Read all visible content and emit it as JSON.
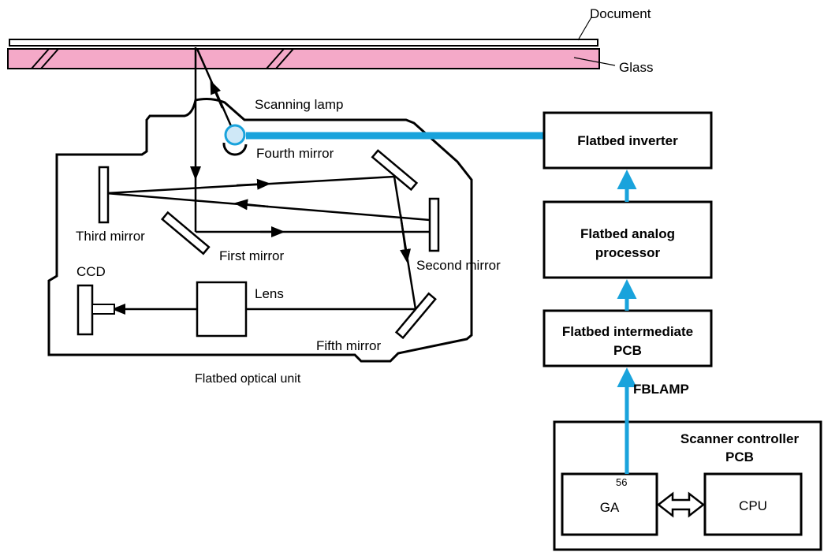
{
  "labels": {
    "document": "Document",
    "glass": "Glass",
    "scanning_lamp": "Scanning lamp",
    "fourth_mirror": "Fourth mirror",
    "third_mirror": "Third mirror",
    "first_mirror": "First mirror",
    "second_mirror": "Second mirror",
    "ccd": "CCD",
    "lens": "Lens",
    "fifth_mirror": "Fifth mirror",
    "optical_unit": "Flatbed optical unit",
    "fblamp": "FBLAMP",
    "pin": "56"
  },
  "blocks": {
    "inverter": "Flatbed inverter",
    "analog_line1": "Flatbed analog",
    "analog_line2": "processor",
    "intermediate_line1": "Flatbed intermediate",
    "intermediate_line2": "PCB",
    "controller_line1": "Scanner controller",
    "controller_line2": "PCB",
    "ga": "GA",
    "cpu": "CPU"
  },
  "colors": {
    "glass_fill": "#f4a9c8",
    "signal_blue": "#19a3dc",
    "lamp_fill": "#cfe8f7",
    "line": "#000000"
  }
}
